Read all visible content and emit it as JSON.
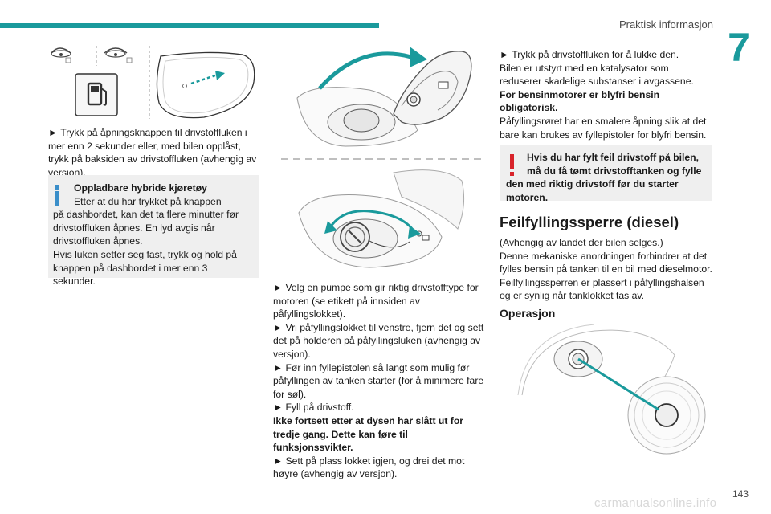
{
  "header": {
    "section_title": "Praktisk informasjon",
    "chapter": "7"
  },
  "footer": {
    "page_number": "143",
    "watermark": "carmanualsonline.info"
  },
  "col1": {
    "para": "► Trykk på åpningsknappen til drivstoffluken i mer enn 2 sekunder eller, med bilen opplåst, trykk på baksiden av drivstoffluken (avhengig av versjon).",
    "info": {
      "title": "Oppladbare hybride kjøretøy",
      "line1": "Etter at du har trykket på knappen",
      "rest": "på dashbordet, kan det ta flere minutter før drivstoffluken åpnes. En lyd avgis når drivstoffluken åpnes.\nHvis luken setter seg fast, trykk og hold på knappen på dashbordet i mer enn 3 sekunder."
    }
  },
  "col2": {
    "p1": "► Velg en pumpe som gir riktig drivstofftype for motoren (se etikett på innsiden av påfyllingslokket).",
    "p2": "► Vri påfyllingslokket til venstre, fjern det og sett det på holderen på påfyllingsluken (avhengig av versjon).",
    "p3": "► Før inn fyllepistolen så langt som mulig før påfyllingen av tanken starter (for å minimere fare for søl).",
    "p4": "► Fyll på drivstoff.",
    "p5_bold": "Ikke fortsett etter at dysen har slått ut for tredje gang. Dette kan føre til funksjonssvikter.",
    "p6": "► Sett på plass lokket igjen, og drei det mot høyre (avhengig av versjon)."
  },
  "col3": {
    "p1": "► Trykk på drivstoffluken for å lukke den.",
    "p2": "Bilen er utstyrt med en katalysator som reduserer skadelige substanser i avgassene.",
    "p3_bold": "For bensinmotorer er blyfri bensin obligatorisk.",
    "p4": "Påfyllingsrøret har en smalere åpning slik at det bare kan brukes av fyllepistoler for blyfri bensin.",
    "warning": {
      "first": "Hvis du har fylt feil drivstoff på bilen,",
      "rest": "må du få tømt drivstofftanken og fylle den med riktig drivstoff før du starter motoren."
    },
    "heading": "Feilfyllingssperre (diesel)",
    "p5": "(Avhengig av landet der bilen selges.)\nDenne mekaniske anordningen forhindrer at det fylles bensin på tanken til en bil med dieselmotor.",
    "p6": "Feilfyllingssperren er plassert i påfyllingshalsen og er synlig når tanklokket tas av.",
    "subheading": "Operasjon"
  },
  "colors": {
    "accent": "#1a9a9c",
    "info_icon": "#3a8ec9",
    "warning_icon": "#d8232a",
    "box_bg": "#efefef"
  },
  "icons": [
    "steering-wheel-icon",
    "fuel-pump-icon",
    "info-icon",
    "warning-icon"
  ]
}
